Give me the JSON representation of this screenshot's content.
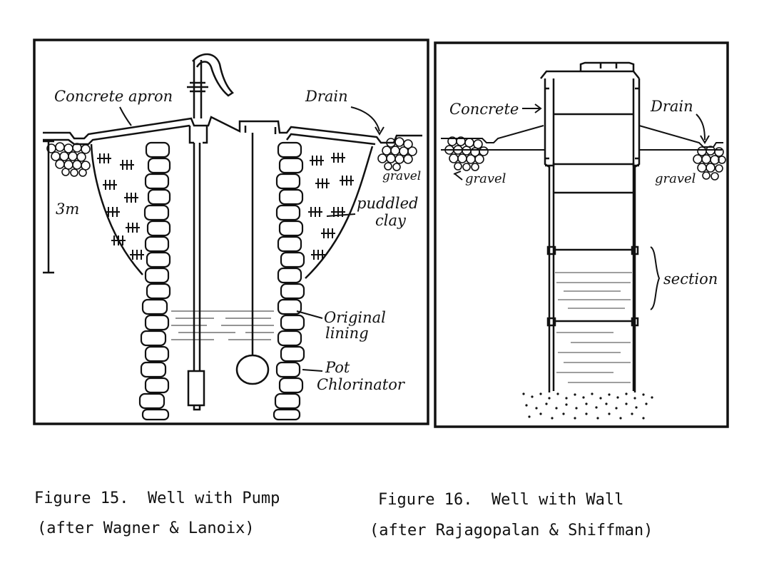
{
  "figure15": {
    "labels": {
      "concrete_apron": "Concrete apron",
      "drain": "Drain",
      "depth": "3m",
      "gravel": "gravel",
      "puddled": "puddled",
      "clay": "clay",
      "original": "Original",
      "lining": "lining",
      "pot": "Pot",
      "chlorinator": "Chlorinator"
    },
    "caption_line1": "Figure 15.  Well with Pump",
    "caption_line2": "(after Wagner & Lanoix)"
  },
  "figure16": {
    "labels": {
      "concrete": "Concrete",
      "drain": "Drain",
      "gravel_left": "gravel",
      "gravel_right": "gravel",
      "section": "section"
    },
    "caption_line1": "Figure 16.  Well with Wall",
    "caption_line2": "(after Rajagopalan & Shiffman)"
  }
}
